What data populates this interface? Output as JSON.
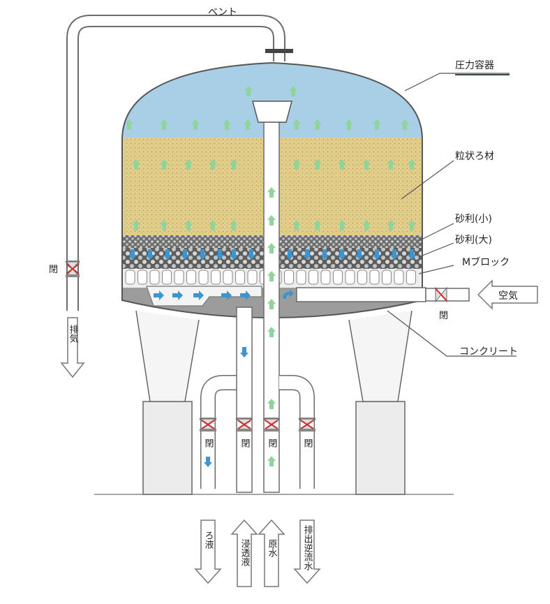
{
  "labels": {
    "vent": "ベント",
    "pressure_vessel": "圧力容器",
    "granular_media": "粒状ろ材",
    "gravel_small": "砂利(小)",
    "gravel_large": "砂利(大)",
    "m_block": "Mブロック",
    "concrete": "コンクリート",
    "air": "空気",
    "exhaust": "排気",
    "closed": "閉",
    "filtrate": "ろ液",
    "permeate": "浸透液",
    "raw_water": "原水",
    "backwash_drain": "排出逆流水"
  },
  "colors": {
    "water": "#a9cfe6",
    "media": "#e3cf8c",
    "gravel": "#7a7a7a",
    "concrete": "#9c9c9c",
    "pipe_fill": "#ffffff",
    "pipe_stroke": "#6b6b6b",
    "flow_green": "#8fd49a",
    "flow_blue": "#3d95d0",
    "valve_red": "#cc2b2b"
  },
  "icons": [
    "down-arrow-icon",
    "up-arrow-icon",
    "right-arrow-icon",
    "left-arrow-icon",
    "valve-icon"
  ]
}
